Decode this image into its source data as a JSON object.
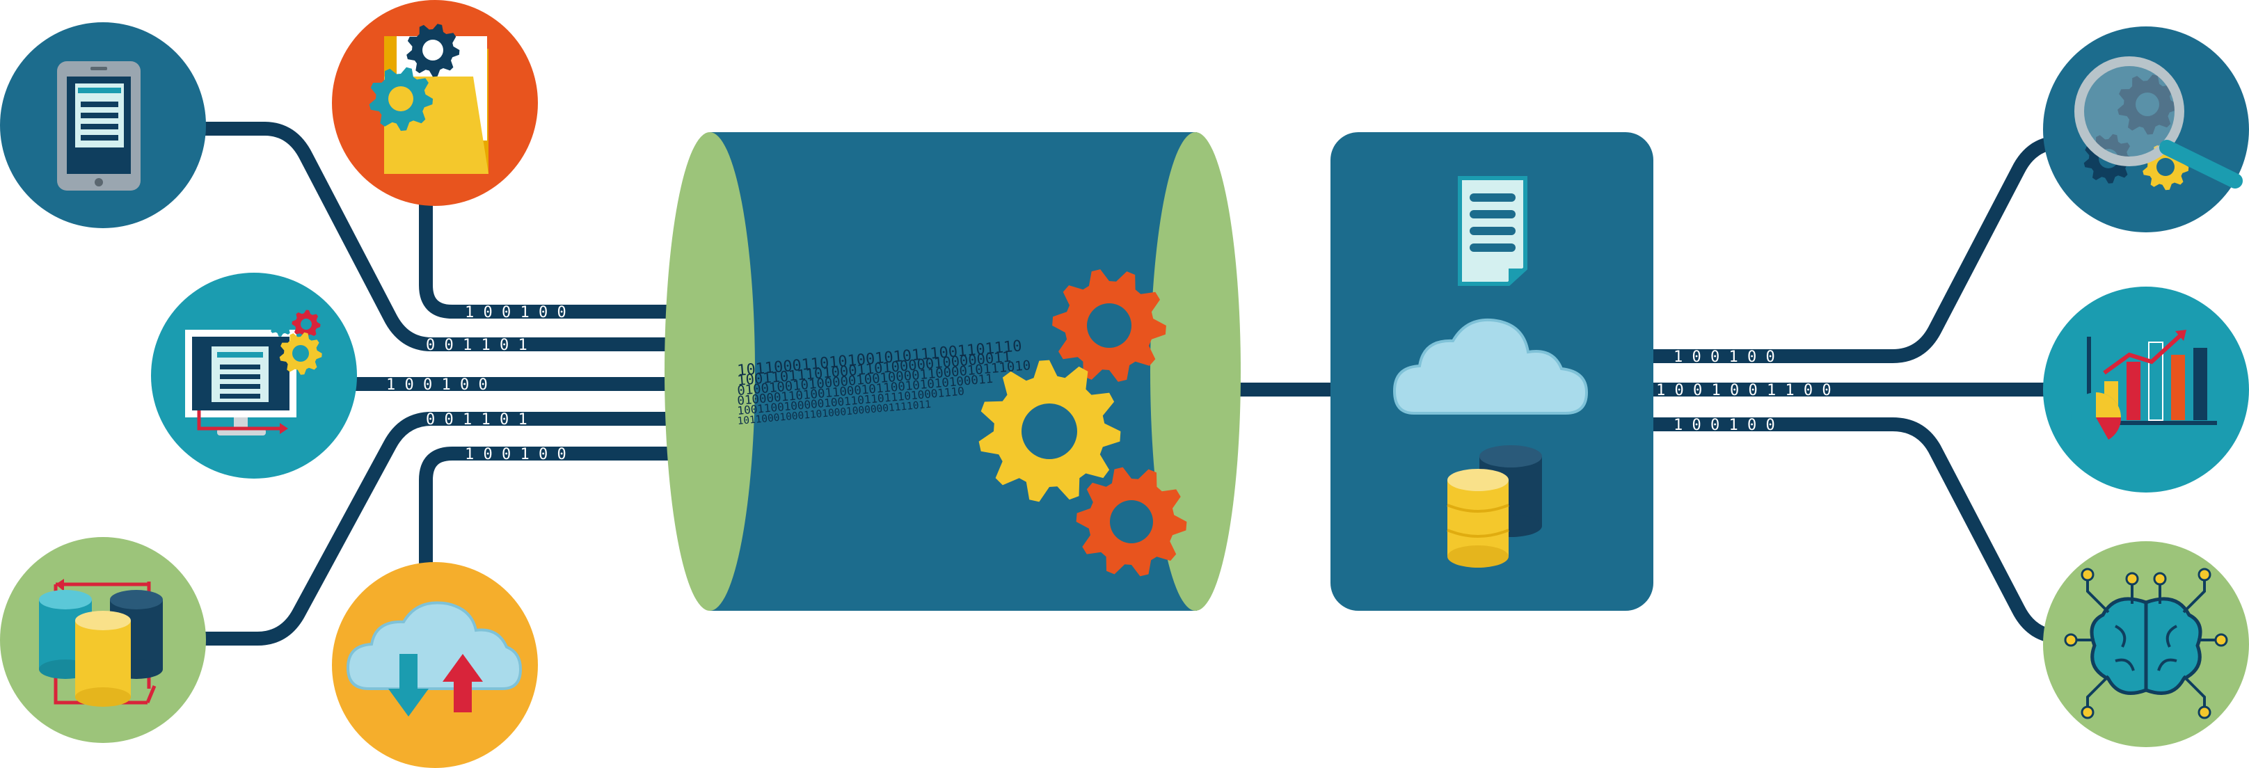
{
  "palette": {
    "navy": "#0e3b5a",
    "teal_dark": "#1b6b8c",
    "teal": "#1b9cb0",
    "green": "#9cc47a",
    "orange": "#e8541e",
    "yellow": "#f4c82c",
    "amber": "#f5a623",
    "cloud": "#a9dbeb",
    "red": "#d8243a",
    "white": "#ffffff"
  },
  "sources": {
    "mobile": {
      "icon": "tablet-document-icon"
    },
    "folder": {
      "icon": "folder-gears-icon"
    },
    "computer": {
      "icon": "monitor-gears-icon"
    },
    "database_sync": {
      "icon": "database-sync-icon"
    },
    "cloud_transfer": {
      "icon": "cloud-upload-download-icon"
    }
  },
  "input_lines": [
    {
      "bits": "1 0 0 1 0 0"
    },
    {
      "bits": "0 0 1 1 0 1"
    },
    {
      "bits": "1 0 0 1 0 0"
    },
    {
      "bits": "0 0 1 1 0 1"
    },
    {
      "bits": "1 0 0 1 0 0"
    }
  ],
  "pipeline": {
    "icon": "gears-icon",
    "stream_rows": [
      "1011000110101001010111001101110",
      "10011011101000110100000100000011",
      "0100100101000001001000011000010111010",
      "01000011010011000101100101010100011",
      "1001100100000100110110111010001110",
      "10110001000110100010000001111011"
    ]
  },
  "storage": {
    "icons": [
      "document-icon",
      "cloud-icon",
      "database-icon"
    ]
  },
  "output_lines": [
    {
      "bits": "1 0 0 1 0 0"
    },
    {
      "bits": "1 0 0 1 0 0 1 1 0 0"
    },
    {
      "bits": "1 0 0 1 0 0"
    }
  ],
  "outputs": {
    "analytics_search": {
      "icon": "magnifier-gears-icon"
    },
    "charts": {
      "icon": "bar-pie-chart-icon"
    },
    "ai_brain": {
      "icon": "circuit-brain-icon"
    }
  }
}
